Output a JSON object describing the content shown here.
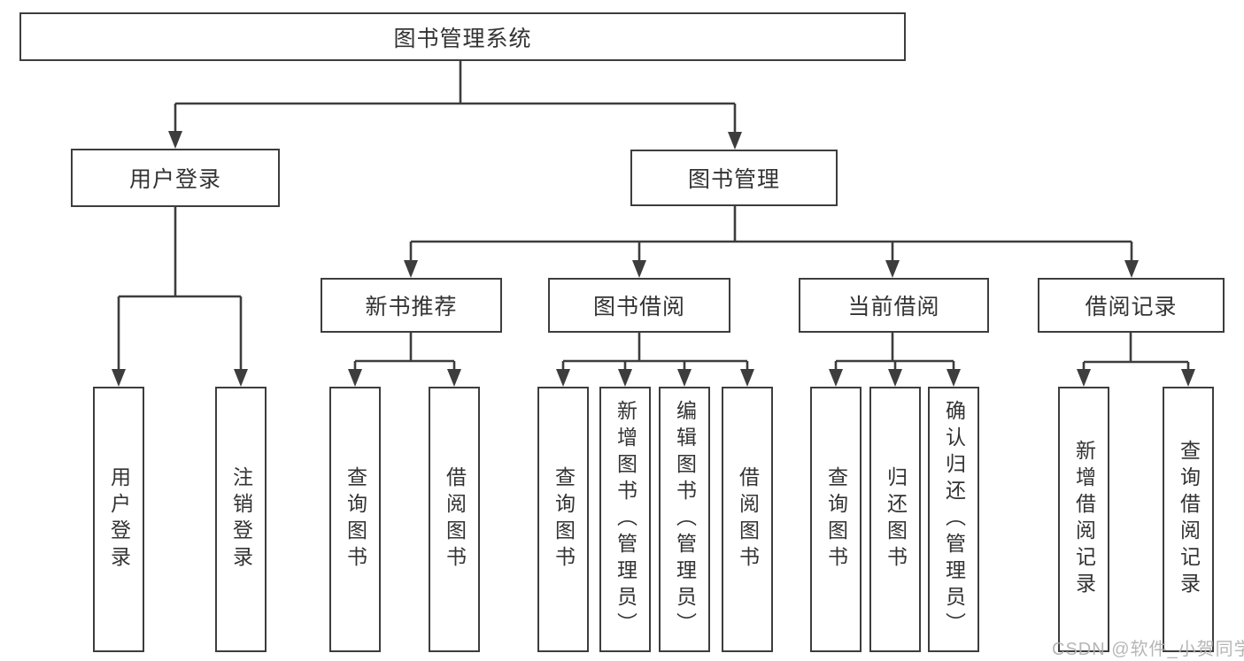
{
  "diagram": {
    "title": "图书管理系统",
    "root": "图书管理系统",
    "level2": [
      "用户登录",
      "图书管理"
    ],
    "level3": [
      "新书推荐",
      "图书借阅",
      "当前借阅",
      "借阅记录"
    ],
    "leaves": {
      "user_login": [
        "用户登录",
        "注销登录"
      ],
      "new_book_recommend": [
        "查询图书",
        "借阅图书"
      ],
      "book_borrow": [
        "查询图书",
        "新增图书（管理员）",
        "编辑图书（管理员）",
        "借阅图书"
      ],
      "current_borrow": [
        "查询图书",
        "归还图书",
        "确认归还（管理员）"
      ],
      "borrow_record": [
        "新增借阅记录",
        "查询借阅记录"
      ]
    }
  },
  "watermark": "CSDN @软件_小贺同学",
  "colors": {
    "line": "#3d3d3d",
    "text": "#333333",
    "box_background": "#ffffff",
    "page_background": "#ffffff",
    "watermark": "#b0b0b0"
  }
}
